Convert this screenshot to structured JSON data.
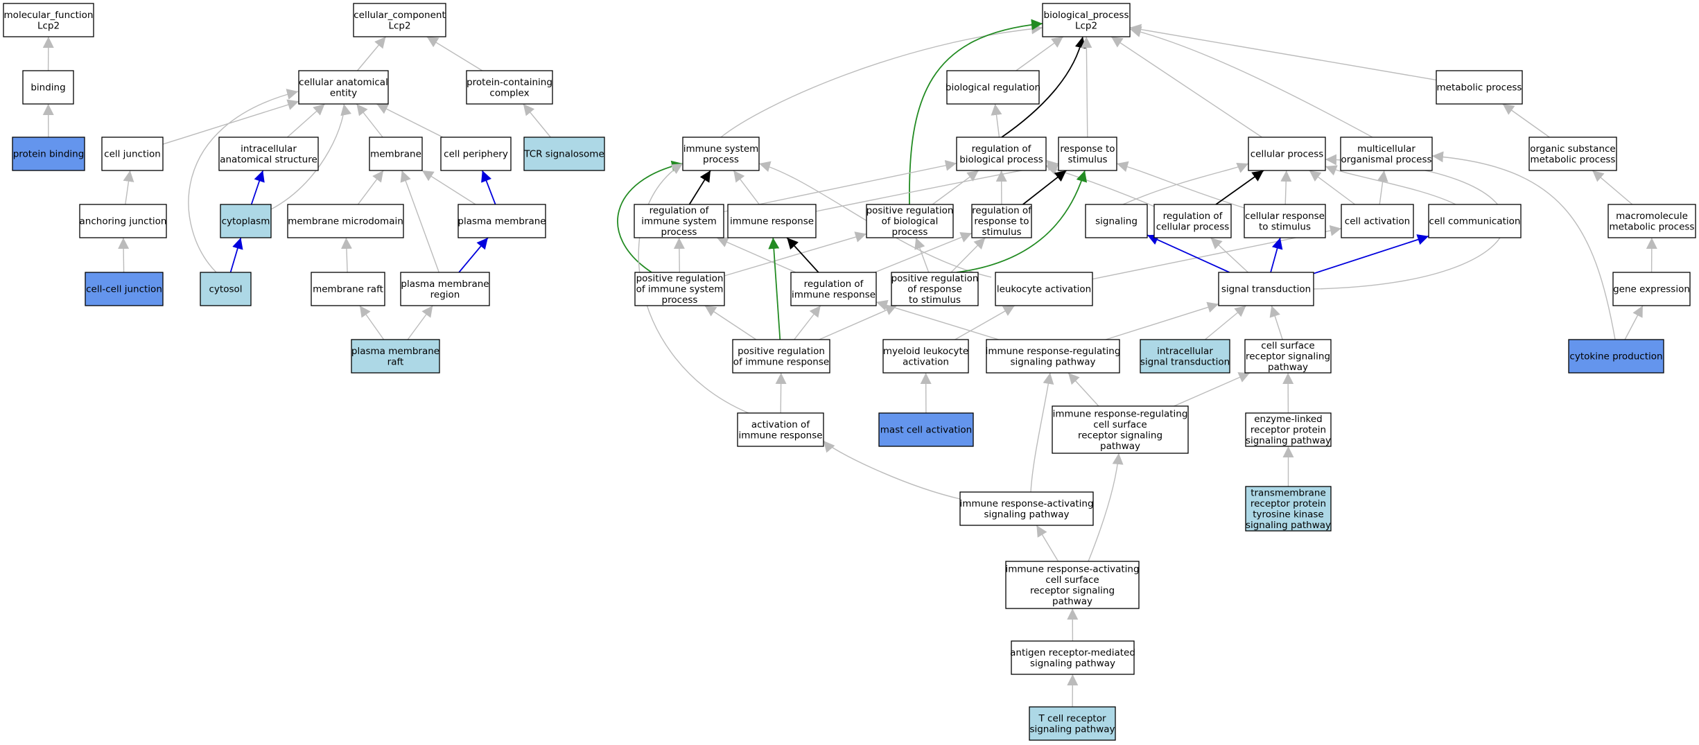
{
  "colors": {
    "node_fill_default": "#ffffff",
    "node_fill_light": "#add8e6",
    "node_fill_dark": "#6495ed",
    "edge_gray": "#bbbbbb",
    "edge_black": "#000000",
    "edge_blue": "#0000dd",
    "edge_green": "#228b22"
  },
  "nodes": [
    {
      "id": "mf",
      "fill": "default",
      "lines": [
        "molecular_function",
        "Lcp2"
      ]
    },
    {
      "id": "binding",
      "fill": "default",
      "lines": [
        "binding"
      ]
    },
    {
      "id": "protein_binding",
      "fill": "dark",
      "lines": [
        "protein binding"
      ]
    },
    {
      "id": "cc",
      "fill": "default",
      "lines": [
        "cellular_component",
        "Lcp2"
      ]
    },
    {
      "id": "cae",
      "fill": "default",
      "lines": [
        "cellular anatomical",
        "entity"
      ]
    },
    {
      "id": "pcc",
      "fill": "default",
      "lines": [
        "protein-containing",
        "complex"
      ]
    },
    {
      "id": "tcr_sig",
      "fill": "light",
      "lines": [
        "TCR signalosome"
      ]
    },
    {
      "id": "cell_junction",
      "fill": "default",
      "lines": [
        "cell junction"
      ]
    },
    {
      "id": "ias",
      "fill": "default",
      "lines": [
        "intracellular",
        "anatomical structure"
      ]
    },
    {
      "id": "membrane",
      "fill": "default",
      "lines": [
        "membrane"
      ]
    },
    {
      "id": "cell_periphery",
      "fill": "default",
      "lines": [
        "cell periphery"
      ]
    },
    {
      "id": "anchoring_junction",
      "fill": "default",
      "lines": [
        "anchoring junction"
      ]
    },
    {
      "id": "cytoplasm",
      "fill": "light",
      "lines": [
        "cytoplasm"
      ]
    },
    {
      "id": "membrane_microdomain",
      "fill": "default",
      "lines": [
        "membrane microdomain"
      ]
    },
    {
      "id": "plasma_membrane",
      "fill": "default",
      "lines": [
        "plasma membrane"
      ]
    },
    {
      "id": "cell_cell_junction",
      "fill": "dark",
      "lines": [
        "cell-cell junction"
      ]
    },
    {
      "id": "cytosol",
      "fill": "light",
      "lines": [
        "cytosol"
      ]
    },
    {
      "id": "membrane_raft",
      "fill": "default",
      "lines": [
        "membrane raft"
      ]
    },
    {
      "id": "pm_region",
      "fill": "default",
      "lines": [
        "plasma membrane",
        "region"
      ]
    },
    {
      "id": "pm_raft",
      "fill": "light",
      "lines": [
        "plasma membrane",
        "raft"
      ]
    },
    {
      "id": "bp",
      "fill": "default",
      "lines": [
        "biological_process",
        "Lcp2"
      ]
    },
    {
      "id": "bio_reg",
      "fill": "default",
      "lines": [
        "biological regulation"
      ]
    },
    {
      "id": "metabolic",
      "fill": "default",
      "lines": [
        "metabolic process"
      ]
    },
    {
      "id": "immune_sys",
      "fill": "default",
      "lines": [
        "immune system",
        "process"
      ]
    },
    {
      "id": "reg_bio",
      "fill": "default",
      "lines": [
        "regulation of",
        "biological process"
      ]
    },
    {
      "id": "resp_stim",
      "fill": "default",
      "lines": [
        "response to",
        "stimulus"
      ]
    },
    {
      "id": "cellular_process",
      "fill": "default",
      "lines": [
        "cellular process"
      ]
    },
    {
      "id": "multicellular",
      "fill": "default",
      "lines": [
        "multicellular",
        "organismal process"
      ]
    },
    {
      "id": "organic_subst",
      "fill": "default",
      "lines": [
        "organic substance",
        "metabolic process"
      ]
    },
    {
      "id": "reg_immune_sys",
      "fill": "default",
      "lines": [
        "regulation of",
        "immune system",
        "process"
      ]
    },
    {
      "id": "immune_resp",
      "fill": "default",
      "lines": [
        "immune response"
      ]
    },
    {
      "id": "pos_reg_bio",
      "fill": "default",
      "lines": [
        "positive regulation",
        "of biological",
        "process"
      ]
    },
    {
      "id": "reg_resp_stim",
      "fill": "default",
      "lines": [
        "regulation of",
        "response to",
        "stimulus"
      ]
    },
    {
      "id": "signaling",
      "fill": "default",
      "lines": [
        "signaling"
      ]
    },
    {
      "id": "reg_cellular",
      "fill": "default",
      "lines": [
        "regulation of",
        "cellular process"
      ]
    },
    {
      "id": "cell_resp_stim",
      "fill": "default",
      "lines": [
        "cellular response",
        "to stimulus"
      ]
    },
    {
      "id": "cell_activation",
      "fill": "default",
      "lines": [
        "cell activation"
      ]
    },
    {
      "id": "cell_comm",
      "fill": "default",
      "lines": [
        "cell communication"
      ]
    },
    {
      "id": "macromolecule",
      "fill": "default",
      "lines": [
        "macromolecule",
        "metabolic process"
      ]
    },
    {
      "id": "pos_reg_immune_sys",
      "fill": "default",
      "lines": [
        "positive regulation",
        "of immune system",
        "process"
      ]
    },
    {
      "id": "reg_immune_resp",
      "fill": "default",
      "lines": [
        "regulation of",
        "immune response"
      ]
    },
    {
      "id": "pos_reg_resp_stim",
      "fill": "default",
      "lines": [
        "positive regulation",
        "of response",
        "to stimulus"
      ]
    },
    {
      "id": "leukocyte_act",
      "fill": "default",
      "lines": [
        "leukocyte activation"
      ]
    },
    {
      "id": "signal_trans",
      "fill": "default",
      "lines": [
        "signal transduction"
      ]
    },
    {
      "id": "gene_expr",
      "fill": "default",
      "lines": [
        "gene expression"
      ]
    },
    {
      "id": "pos_reg_immune_resp",
      "fill": "default",
      "lines": [
        "positive regulation",
        "of immune response"
      ]
    },
    {
      "id": "myeloid_act",
      "fill": "default",
      "lines": [
        "myeloid leukocyte",
        "activation"
      ]
    },
    {
      "id": "irr_sig",
      "fill": "default",
      "lines": [
        "immune response-regulating",
        "signaling pathway"
      ]
    },
    {
      "id": "intracell_sig",
      "fill": "light",
      "lines": [
        "intracellular",
        "signal transduction"
      ]
    },
    {
      "id": "csr_sig",
      "fill": "default",
      "lines": [
        "cell surface",
        "receptor signaling",
        "pathway"
      ]
    },
    {
      "id": "cytokine_prod",
      "fill": "dark",
      "lines": [
        "cytokine production"
      ]
    },
    {
      "id": "act_immune_resp",
      "fill": "default",
      "lines": [
        "activation of",
        "immune response"
      ]
    },
    {
      "id": "mast_cell",
      "fill": "dark",
      "lines": [
        "mast cell activation"
      ]
    },
    {
      "id": "irr_csr",
      "fill": "default",
      "lines": [
        "immune response-regulating",
        "cell surface",
        "receptor signaling",
        "pathway"
      ]
    },
    {
      "id": "enzyme_linked",
      "fill": "default",
      "lines": [
        "enzyme-linked",
        "receptor protein",
        "signaling pathway"
      ]
    },
    {
      "id": "ira_sig",
      "fill": "default",
      "lines": [
        "immune response-activating",
        "signaling pathway"
      ]
    },
    {
      "id": "tm_rtk",
      "fill": "light",
      "lines": [
        "transmembrane",
        "receptor protein",
        "tyrosine kinase",
        "signaling pathway"
      ]
    },
    {
      "id": "ira_csr",
      "fill": "default",
      "lines": [
        "immune response-activating",
        "cell surface",
        "receptor signaling",
        "pathway"
      ]
    },
    {
      "id": "antigen_rec",
      "fill": "default",
      "lines": [
        "antigen receptor-mediated",
        "signaling pathway"
      ]
    },
    {
      "id": "tcell_rec",
      "fill": "light",
      "lines": [
        "T cell receptor",
        "signaling pathway"
      ]
    }
  ],
  "edges": [
    {
      "from": "binding",
      "to": "mf",
      "color": "gray"
    },
    {
      "from": "protein_binding",
      "to": "binding",
      "color": "gray"
    },
    {
      "from": "cae",
      "to": "cc",
      "color": "gray"
    },
    {
      "from": "pcc",
      "to": "cc",
      "color": "gray"
    },
    {
      "from": "tcr_sig",
      "to": "pcc",
      "color": "gray"
    },
    {
      "from": "cell_junction",
      "to": "cae",
      "color": "gray"
    },
    {
      "from": "ias",
      "to": "cae",
      "color": "gray"
    },
    {
      "from": "membrane",
      "to": "cae",
      "color": "gray"
    },
    {
      "from": "cell_periphery",
      "to": "cae",
      "color": "gray"
    },
    {
      "from": "cytoplasm",
      "to": "cae",
      "color": "gray"
    },
    {
      "from": "cytosol",
      "to": "cae",
      "color": "gray"
    },
    {
      "from": "anchoring_junction",
      "to": "cell_junction",
      "color": "gray"
    },
    {
      "from": "cell_cell_junction",
      "to": "anchoring_junction",
      "color": "gray"
    },
    {
      "from": "cytoplasm",
      "to": "ias",
      "color": "blue"
    },
    {
      "from": "cytosol",
      "to": "cytoplasm",
      "color": "blue"
    },
    {
      "from": "membrane_microdomain",
      "to": "membrane",
      "color": "gray"
    },
    {
      "from": "plasma_membrane",
      "to": "membrane",
      "color": "gray"
    },
    {
      "from": "plasma_membrane",
      "to": "cell_periphery",
      "color": "blue"
    },
    {
      "from": "membrane_raft",
      "to": "membrane_microdomain",
      "color": "gray"
    },
    {
      "from": "pm_region",
      "to": "membrane",
      "color": "gray"
    },
    {
      "from": "pm_region",
      "to": "plasma_membrane",
      "color": "blue"
    },
    {
      "from": "pm_raft",
      "to": "membrane_raft",
      "color": "gray"
    },
    {
      "from": "pm_raft",
      "to": "pm_region",
      "color": "gray"
    },
    {
      "from": "bio_reg",
      "to": "bp",
      "color": "gray"
    },
    {
      "from": "metabolic",
      "to": "bp",
      "color": "gray"
    },
    {
      "from": "immune_sys",
      "to": "bp",
      "color": "gray"
    },
    {
      "from": "reg_bio",
      "to": "bp",
      "color": "black"
    },
    {
      "from": "resp_stim",
      "to": "bp",
      "color": "gray"
    },
    {
      "from": "cellular_process",
      "to": "bp",
      "color": "gray"
    },
    {
      "from": "multicellular",
      "to": "bp",
      "color": "gray"
    },
    {
      "from": "pos_reg_bio",
      "to": "bp",
      "color": "green"
    },
    {
      "from": "reg_bio",
      "to": "bio_reg",
      "color": "gray"
    },
    {
      "from": "organic_subst",
      "to": "metabolic",
      "color": "gray"
    },
    {
      "from": "reg_immune_sys",
      "to": "immune_sys",
      "color": "black"
    },
    {
      "from": "immune_resp",
      "to": "immune_sys",
      "color": "gray"
    },
    {
      "from": "leukocyte_act",
      "to": "immune_sys",
      "color": "gray"
    },
    {
      "from": "pos_reg_immune_sys",
      "to": "immune_sys",
      "color": "green"
    },
    {
      "from": "reg_immune_sys",
      "to": "reg_bio",
      "color": "gray"
    },
    {
      "from": "pos_reg_bio",
      "to": "reg_bio",
      "color": "gray"
    },
    {
      "from": "reg_resp_stim",
      "to": "reg_bio",
      "color": "gray"
    },
    {
      "from": "reg_cellular",
      "to": "reg_bio",
      "color": "gray"
    },
    {
      "from": "reg_resp_stim",
      "to": "resp_stim",
      "color": "black"
    },
    {
      "from": "cell_resp_stim",
      "to": "resp_stim",
      "color": "gray"
    },
    {
      "from": "pos_reg_resp_stim",
      "to": "resp_stim",
      "color": "green"
    },
    {
      "from": "immune_resp",
      "to": "resp_stim",
      "color": "gray"
    },
    {
      "from": "signaling",
      "to": "cellular_process",
      "color": "gray"
    },
    {
      "from": "reg_cellular",
      "to": "cellular_process",
      "color": "black"
    },
    {
      "from": "cell_resp_stim",
      "to": "cellular_process",
      "color": "gray"
    },
    {
      "from": "cell_activation",
      "to": "cellular_process",
      "color": "gray"
    },
    {
      "from": "cell_comm",
      "to": "cellular_process",
      "color": "gray"
    },
    {
      "from": "signal_trans",
      "to": "cellular_process",
      "color": "gray"
    },
    {
      "from": "cell_activation",
      "to": "multicellular",
      "color": "gray"
    },
    {
      "from": "cytokine_prod",
      "to": "multicellular",
      "color": "gray"
    },
    {
      "from": "macromolecule",
      "to": "organic_subst",
      "color": "gray"
    },
    {
      "from": "gene_expr",
      "to": "macromolecule",
      "color": "gray"
    },
    {
      "from": "cytokine_prod",
      "to": "gene_expr",
      "color": "gray"
    },
    {
      "from": "pos_reg_immune_sys",
      "to": "reg_immune_sys",
      "color": "gray"
    },
    {
      "from": "pos_reg_immune_sys",
      "to": "pos_reg_bio",
      "color": "gray"
    },
    {
      "from": "reg_immune_resp",
      "to": "reg_immune_sys",
      "color": "gray"
    },
    {
      "from": "reg_immune_resp",
      "to": "immune_resp",
      "color": "black"
    },
    {
      "from": "reg_immune_resp",
      "to": "reg_resp_stim",
      "color": "gray"
    },
    {
      "from": "pos_reg_resp_stim",
      "to": "pos_reg_bio",
      "color": "gray"
    },
    {
      "from": "pos_reg_resp_stim",
      "to": "reg_resp_stim",
      "color": "gray"
    },
    {
      "from": "pos_reg_immune_resp",
      "to": "pos_reg_immune_sys",
      "color": "gray"
    },
    {
      "from": "pos_reg_immune_resp",
      "to": "reg_immune_resp",
      "color": "gray"
    },
    {
      "from": "pos_reg_immune_resp",
      "to": "pos_reg_resp_stim",
      "color": "gray"
    },
    {
      "from": "pos_reg_immune_resp",
      "to": "immune_resp",
      "color": "green"
    },
    {
      "from": "act_immune_resp",
      "to": "pos_reg_immune_resp",
      "color": "gray"
    },
    {
      "from": "act_immune_resp",
      "to": "immune_sys",
      "color": "gray"
    },
    {
      "from": "leukocyte_act",
      "to": "cell_activation",
      "color": "gray"
    },
    {
      "from": "myeloid_act",
      "to": "leukocyte_act",
      "color": "gray"
    },
    {
      "from": "mast_cell",
      "to": "myeloid_act",
      "color": "gray"
    },
    {
      "from": "signal_trans",
      "to": "signaling",
      "color": "blue"
    },
    {
      "from": "signal_trans",
      "to": "reg_cellular",
      "color": "gray"
    },
    {
      "from": "signal_trans",
      "to": "cell_resp_stim",
      "color": "blue"
    },
    {
      "from": "signal_trans",
      "to": "cell_comm",
      "color": "blue"
    },
    {
      "from": "irr_sig",
      "to": "signal_trans",
      "color": "gray"
    },
    {
      "from": "irr_sig",
      "to": "reg_immune_resp",
      "color": "gray"
    },
    {
      "from": "intracell_sig",
      "to": "signal_trans",
      "color": "gray"
    },
    {
      "from": "csr_sig",
      "to": "signal_trans",
      "color": "gray"
    },
    {
      "from": "irr_csr",
      "to": "irr_sig",
      "color": "gray"
    },
    {
      "from": "irr_csr",
      "to": "csr_sig",
      "color": "gray"
    },
    {
      "from": "enzyme_linked",
      "to": "csr_sig",
      "color": "gray"
    },
    {
      "from": "tm_rtk",
      "to": "enzyme_linked",
      "color": "gray"
    },
    {
      "from": "ira_sig",
      "to": "act_immune_resp",
      "color": "gray"
    },
    {
      "from": "ira_sig",
      "to": "irr_sig",
      "color": "gray"
    },
    {
      "from": "ira_csr",
      "to": "ira_sig",
      "color": "gray"
    },
    {
      "from": "ira_csr",
      "to": "irr_csr",
      "color": "gray"
    },
    {
      "from": "antigen_rec",
      "to": "ira_csr",
      "color": "gray"
    },
    {
      "from": "tcell_rec",
      "to": "antigen_rec",
      "color": "gray"
    }
  ]
}
